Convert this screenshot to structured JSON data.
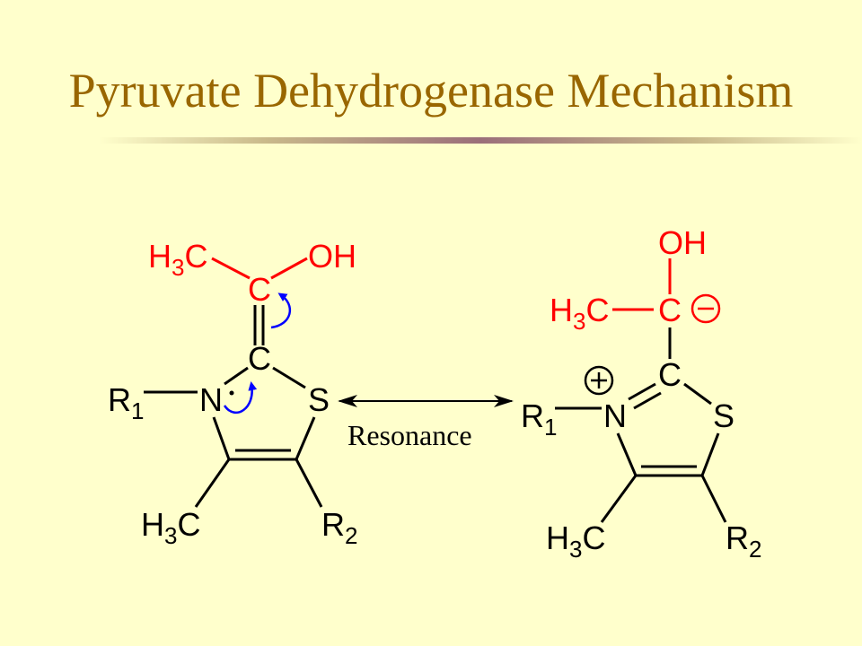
{
  "title": "Pyruvate Dehydrogenase Mechanism",
  "resonance_label": "Resonance",
  "colors": {
    "background": "#ffffcc",
    "title": "#996600",
    "red": "#ff0000",
    "blue": "#0000ff",
    "black": "#000000"
  },
  "left": {
    "h3c_top": {
      "main": "H",
      "sub": "3",
      "tail": "C"
    },
    "oh": "OH",
    "c_alpha": "C",
    "c2": "C",
    "n": "N",
    "s": "S",
    "r1": {
      "main": "R",
      "sub": "1"
    },
    "h3c_bottom": {
      "main": "H",
      "sub": "3",
      "tail": "C"
    },
    "r2": {
      "main": "R",
      "sub": "2"
    }
  },
  "right": {
    "oh": "OH",
    "h3c_top": {
      "main": "H",
      "sub": "3",
      "tail": "C"
    },
    "c_alpha": "C",
    "c2": "C",
    "n": "N",
    "s": "S",
    "r1": {
      "main": "R",
      "sub": "1"
    },
    "h3c_bottom": {
      "main": "H",
      "sub": "3",
      "tail": "C"
    },
    "r2": {
      "main": "R",
      "sub": "2"
    }
  }
}
